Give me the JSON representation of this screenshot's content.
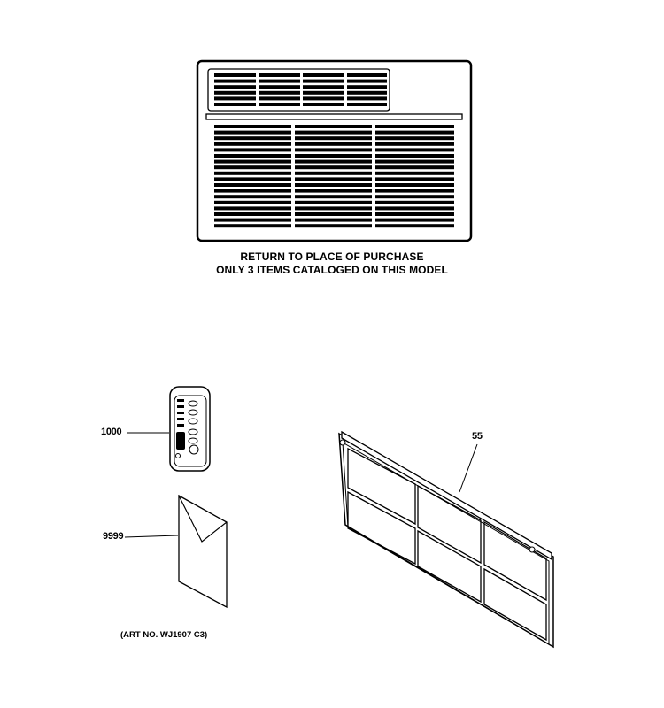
{
  "caption": {
    "line1": "RETURN TO PLACE OF PURCHASE",
    "line2": "ONLY 3 ITEMS CATALOGED ON THIS MODEL"
  },
  "parts": [
    {
      "number": "1000",
      "name": "remote-control"
    },
    {
      "number": "9999",
      "name": "envelope"
    },
    {
      "number": "55",
      "name": "air-filter"
    }
  ],
  "art_number": "(ART NO. WJ1907 C3)"
}
